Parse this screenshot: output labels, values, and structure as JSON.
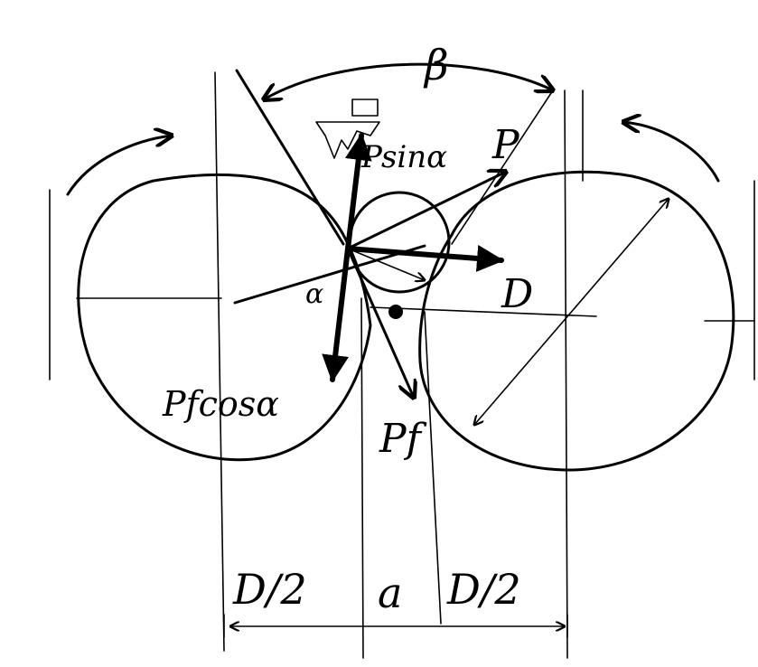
{
  "labels": {
    "beta": "β",
    "p_top": "P",
    "p_sin": "Psinα",
    "p_cos": "Pfcosα",
    "p_f": "Pf",
    "alpha": "α",
    "d_right": "D",
    "dim_left": "D/2",
    "dim_mid": "a",
    "dim_right": "D/2"
  },
  "colors": {
    "ink": "#000000",
    "background": "#ffffff"
  }
}
